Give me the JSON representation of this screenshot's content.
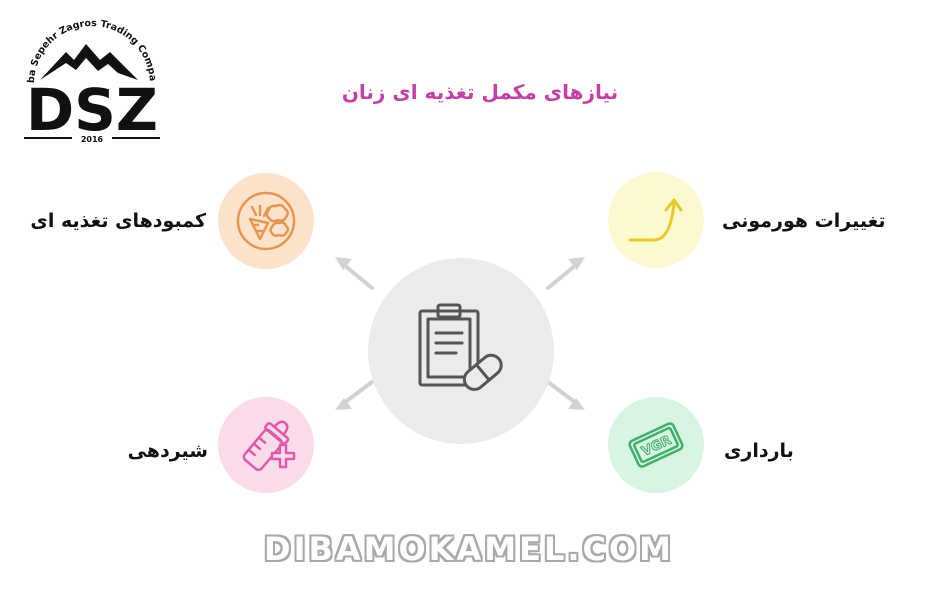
{
  "logo": {
    "arc_text": "Diba Sepehr Zagros Trading Company",
    "letters": "DSZ",
    "year": "2016"
  },
  "title": "نیازهای مکمل تغذیه ای زنان",
  "center": {
    "icon": "clipboard-pill-icon"
  },
  "items": {
    "top_left": {
      "label": "کمبودهای تغذیه ای",
      "icon": "vegetables-plate-icon",
      "color": "#e6974d"
    },
    "top_right": {
      "label": "تغییرات هورمونی",
      "icon": "rising-curve-icon",
      "color": "#e8c92a"
    },
    "bottom_left": {
      "label": "شیردهی",
      "icon": "baby-bottle-icon",
      "color": "#e05aa8"
    },
    "bottom_right": {
      "label": "بارداری",
      "icon": "pregnancy-test-icon",
      "color": "#3fb06a"
    }
  },
  "watermark": "DIBAMOKAMEL.COM"
}
